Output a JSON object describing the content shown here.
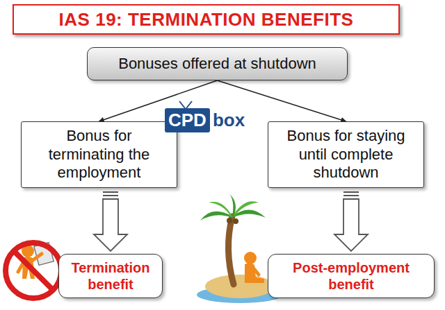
{
  "diagram": {
    "title": "IAS 19: TERMINATION BENEFITS",
    "nodes": [
      {
        "text": [
          "Bonuses offered at shutdown"
        ]
      },
      {
        "text": [
          "Bonus for terminating the employment"
        ]
      },
      {
        "text": [
          "Bonus for staying until complete shutdown"
        ]
      },
      {
        "text": [
          "Termination benefit"
        ]
      },
      {
        "text": [
          "Post-employment benefit"
        ]
      }
    ],
    "edges": [
      {
        "from": 0,
        "to": 1,
        "arrow": "to"
      },
      {
        "from": 0,
        "to": 2,
        "arrow": "to"
      },
      {
        "from": 1,
        "to": 3,
        "arrow": "to"
      },
      {
        "from": 2,
        "to": 4,
        "arrow": "to"
      }
    ],
    "labels": [
      "CPD",
      "box"
    ]
  }
}
